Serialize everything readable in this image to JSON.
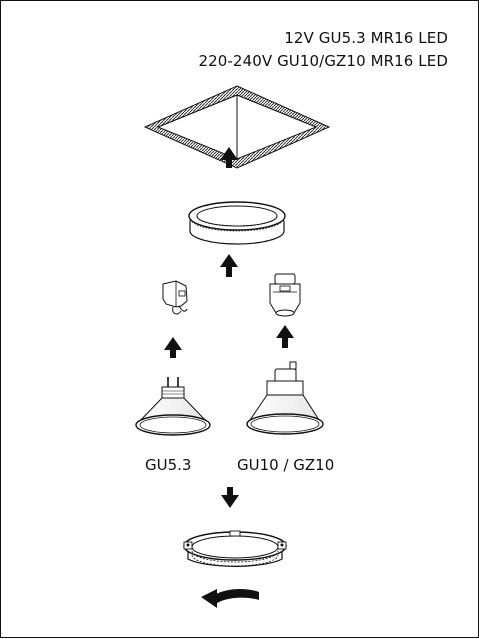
{
  "header": {
    "line1": "12V GU5.3 MR16 LED",
    "line2": "220-240V GU10/GZ10 MR16 LED"
  },
  "labels": {
    "gu53": "GU5.3",
    "gu10": "GU10 / GZ10"
  },
  "colors": {
    "ink": "#111111",
    "hatch": "#555555"
  }
}
